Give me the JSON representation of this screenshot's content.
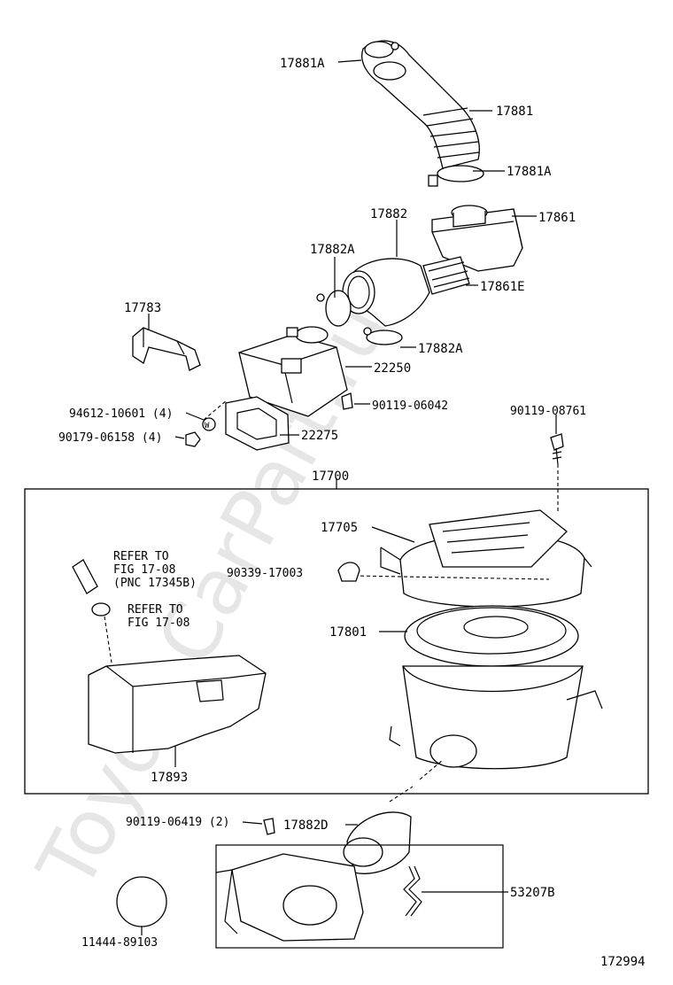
{
  "watermark": "ToyotaCarPart.ru",
  "figure_number": "172994",
  "assembly_label": "17700",
  "labels": {
    "p17881A_top": "17881A",
    "p17881": "17881",
    "p17881A_bot": "17881A",
    "p17882": "17882",
    "p17861": "17861",
    "p17882A_left": "17882A",
    "p17861E": "17861E",
    "p17783": "17783",
    "p17882A_right": "17882A",
    "p22250": "22250",
    "p94612": "94612-10601 (4)",
    "p90119_06042": "90119-06042",
    "p90119_08761": "90119-08761",
    "p90179": "90179-06158 (4)",
    "p22275": "22275",
    "p17705": "17705",
    "p90339": "90339-17003",
    "p17801": "17801",
    "p17893": "17893",
    "p90119_06419": "90119-06419 (2)",
    "p17882D": "17882D",
    "p53207B": "53207B",
    "p11444": "11444-89103"
  },
  "refer1": {
    "line1": "REFER TO",
    "line2": "FIG 17-08",
    "line3": "(PNC 17345B)"
  },
  "refer2": {
    "line1": "REFER TO",
    "line2": "FIG 17-08"
  }
}
